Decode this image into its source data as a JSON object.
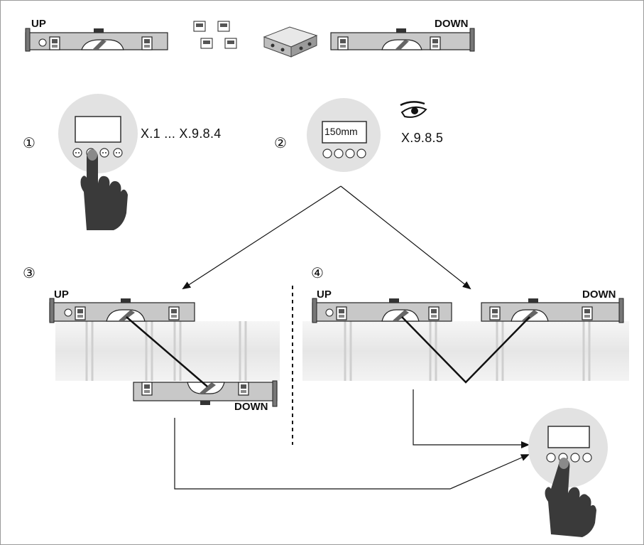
{
  "diagram": {
    "steps": {
      "one": "①",
      "two": "②",
      "three": "③",
      "four": "④"
    },
    "refs": {
      "setup_range": "X.1 ... X.9.8.4",
      "view_ref": "X.9.8.5"
    },
    "display_value": "150mm",
    "rail_labels": {
      "up": "UP",
      "down": "DOWN"
    },
    "icons": {
      "eye": "eye-icon",
      "finger": "pointing-finger-icon",
      "junction_box": "junction-box-icon",
      "clamp_set": "sensor-clamp-icon"
    },
    "colors": {
      "rail": "#c8c8c8",
      "pipe": "#ededed",
      "keypad": "#e2e2e2",
      "hand": "#3a3a3a"
    }
  }
}
